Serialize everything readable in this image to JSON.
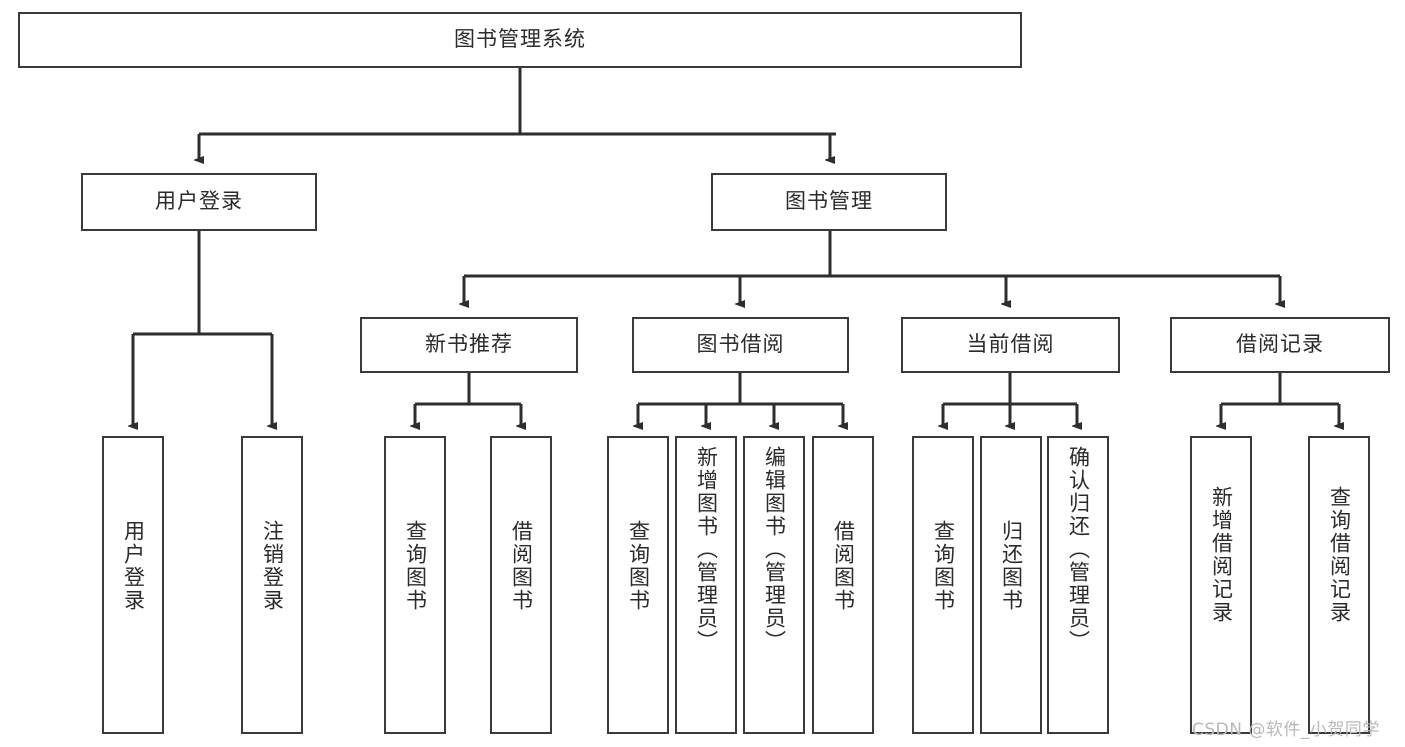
{
  "diagram": {
    "type": "tree",
    "title": "图书管理系统",
    "levels": 4,
    "root": {
      "id": "root",
      "label": "图书管理系统"
    },
    "level2": [
      {
        "id": "user-login",
        "label": "用户登录"
      },
      {
        "id": "book-manage",
        "label": "图书管理"
      }
    ],
    "level3": [
      {
        "id": "new-book-rec",
        "label": "新书推荐",
        "parent": "book-manage"
      },
      {
        "id": "book-borrow",
        "label": "图书借阅",
        "parent": "book-manage"
      },
      {
        "id": "current-borrow",
        "label": "当前借阅",
        "parent": "book-manage"
      },
      {
        "id": "borrow-record",
        "label": "借阅记录",
        "parent": "book-manage"
      }
    ],
    "leaves": {
      "user-login": [
        {
          "id": "leaf-user-login",
          "label": "用户登录"
        },
        {
          "id": "leaf-logout",
          "label": "注销登录"
        }
      ],
      "new-book-rec": [
        {
          "id": "leaf-query-book-1",
          "label": "查询图书"
        },
        {
          "id": "leaf-borrow-book-1",
          "label": "借阅图书"
        }
      ],
      "book-borrow": [
        {
          "id": "leaf-query-book-2",
          "label": "查询图书"
        },
        {
          "id": "leaf-add-book",
          "label": "新增图书（管理员）"
        },
        {
          "id": "leaf-edit-book",
          "label": "编辑图书（管理员）"
        },
        {
          "id": "leaf-borrow-book-2",
          "label": "借阅图书"
        }
      ],
      "current-borrow": [
        {
          "id": "leaf-query-book-3",
          "label": "查询图书"
        },
        {
          "id": "leaf-return-book",
          "label": "归还图书"
        },
        {
          "id": "leaf-confirm-return",
          "label": "确认归还（管理员）"
        }
      ],
      "borrow-record": [
        {
          "id": "leaf-add-record",
          "label": "新增借阅记录"
        },
        {
          "id": "leaf-query-record",
          "label": "查询借阅记录"
        }
      ]
    }
  },
  "watermark": {
    "text": "CSDN @软件_小贺同学"
  },
  "colors": {
    "stroke": "#3a3a3a",
    "text": "#2b2b2b",
    "background": "#ffffff",
    "watermark": "#b9b9b9"
  }
}
